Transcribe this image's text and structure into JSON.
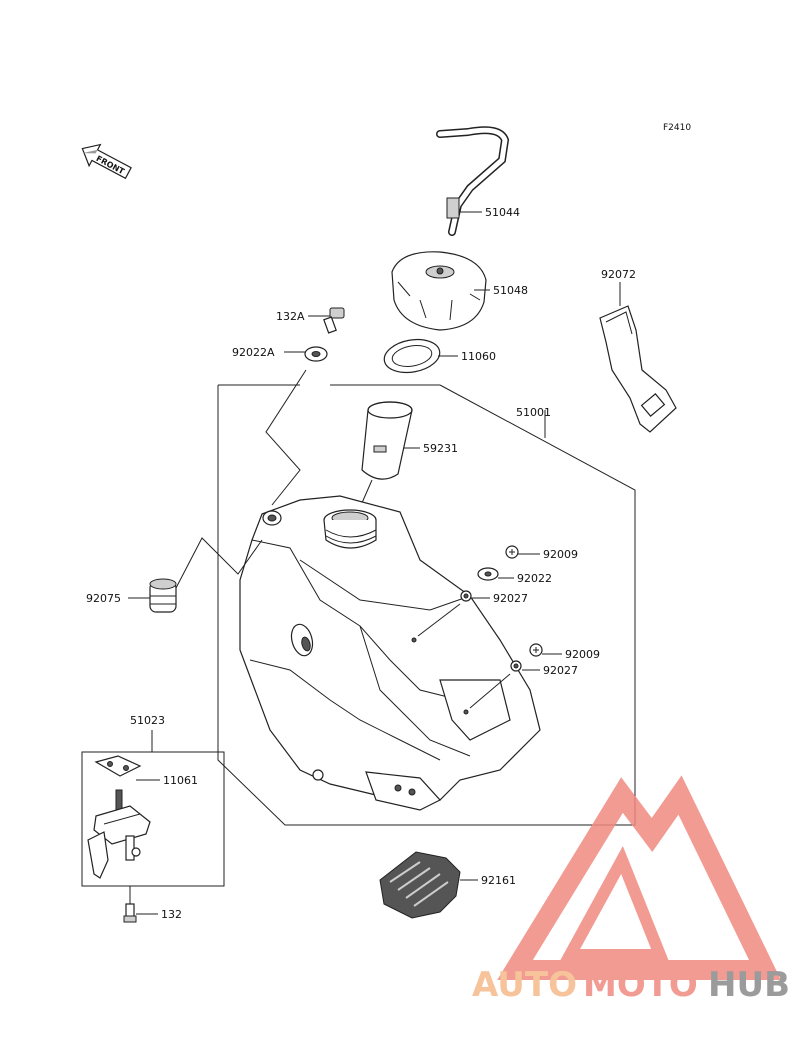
{
  "figure_code": "F2410",
  "front_arrow_label": "FRONT",
  "parts": {
    "p51044": "51044",
    "p51048": "51048",
    "p92072": "92072",
    "p132A": "132A",
    "p92022A": "92022A",
    "p11060": "11060",
    "p51001": "51001",
    "p59231": "59231",
    "p92009a": "92009",
    "p92022": "92022",
    "p92027a": "92027",
    "p92075": "92075",
    "p92009b": "92009",
    "p92027b": "92027",
    "p51023": "51023",
    "p11061": "11061",
    "p92161": "92161",
    "p132": "132"
  },
  "watermark": {
    "part1": "AUTO",
    "part2": "MOTO",
    "part3": "HUB",
    "color1": "#f5b98a",
    "color2": "#f08a80",
    "color3": "#8a8a8a"
  }
}
